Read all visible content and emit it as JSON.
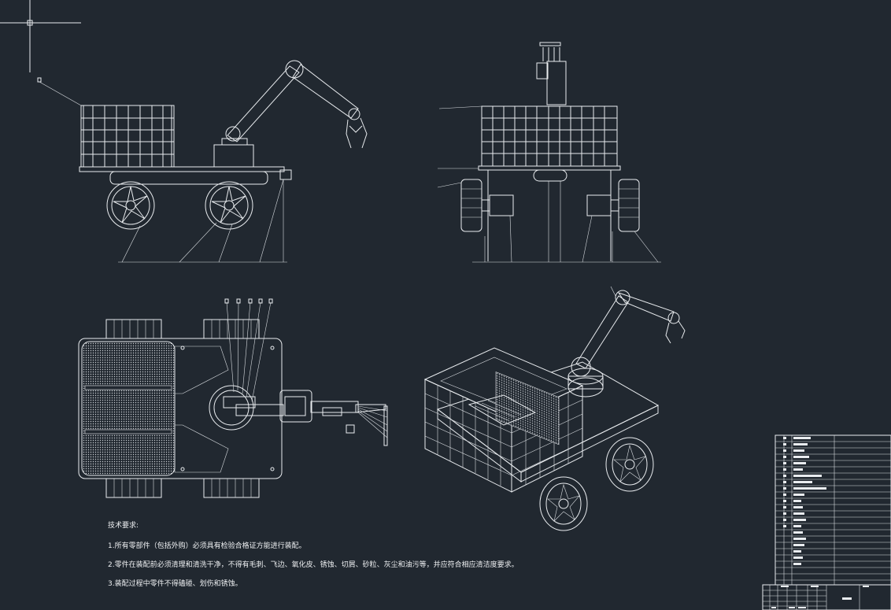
{
  "notes": {
    "heading": "技术要求:",
    "lines": [
      "1.所有零部件（包括外购）必须具有检验合格证方能进行装配。",
      "2.零件在装配前必须清理和清洗干净，不得有毛刺、飞边、氧化皮、锈蚀、切屑、砂粒、灰尘和油污等，并应符合相应清洁度要求。",
      "3.装配过程中零件不得磕碰、划伤和锈蚀。"
    ]
  },
  "colors": {
    "background": "#212830",
    "line": "#e9ecef"
  }
}
